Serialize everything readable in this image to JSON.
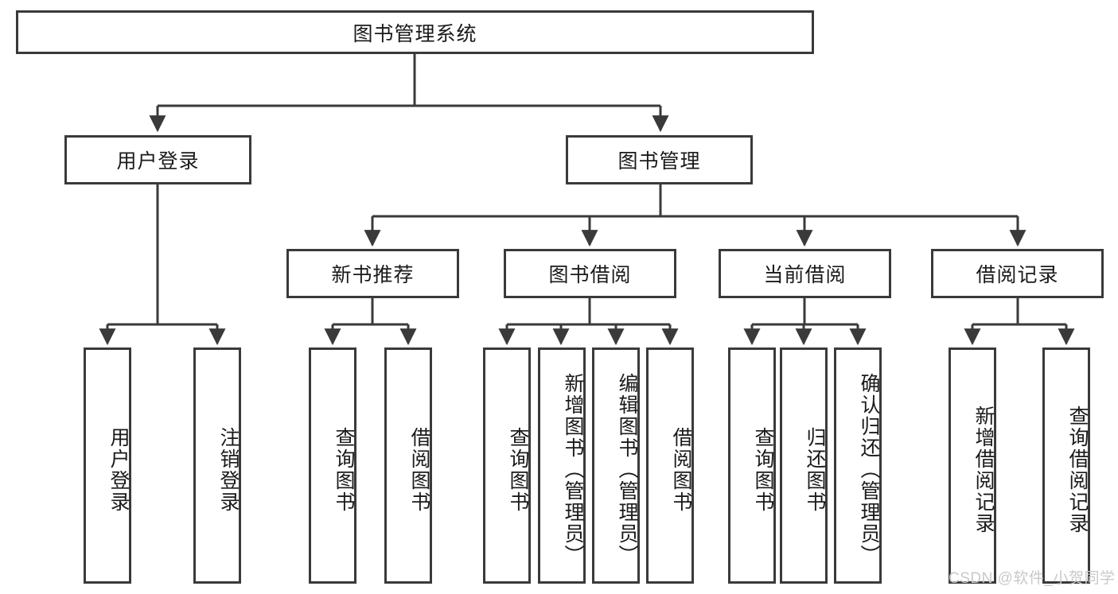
{
  "diagram": {
    "title": "图书管理系统",
    "watermark": "CSDN @软件_小贺同学",
    "stroke_color": "#3a3a3a",
    "background_color": "#ffffff",
    "text_color": "#1a1a1a",
    "watermark_color": "#c9c9c9",
    "orientation": "top-down tree",
    "levels": 4
  },
  "nodes": {
    "root": {
      "label": "图书管理系统",
      "level": 1,
      "text_direction": "horizontal"
    },
    "level2": [
      {
        "id": "user-login",
        "label": "用户登录",
        "text_direction": "horizontal"
      },
      {
        "id": "book-management",
        "label": "图书管理",
        "text_direction": "horizontal"
      }
    ],
    "level3": [
      {
        "id": "new-book-recommend",
        "label": "新书推荐",
        "text_direction": "horizontal"
      },
      {
        "id": "book-borrow",
        "label": "图书借阅",
        "text_direction": "horizontal"
      },
      {
        "id": "current-borrow",
        "label": "当前借阅",
        "text_direction": "horizontal"
      },
      {
        "id": "borrow-record",
        "label": "借阅记录",
        "text_direction": "horizontal"
      }
    ],
    "leaves": {
      "user_login": [
        {
          "id": "leaf-user-login",
          "label": "用户登录",
          "text_direction": "vertical"
        },
        {
          "id": "leaf-logout-login",
          "label": "注销登录",
          "text_direction": "vertical"
        }
      ],
      "new_book_recommend": [
        {
          "id": "leaf-query-book-1",
          "label": "查询图书",
          "text_direction": "vertical"
        },
        {
          "id": "leaf-borrow-book-1",
          "label": "借阅图书",
          "text_direction": "vertical"
        }
      ],
      "book_borrow": [
        {
          "id": "leaf-query-book-2",
          "label": "查询图书",
          "text_direction": "vertical"
        },
        {
          "id": "leaf-add-book",
          "label": "新增图书（管理员）",
          "text_direction": "vertical"
        },
        {
          "id": "leaf-edit-book",
          "label": "编辑图书（管理员）",
          "text_direction": "vertical"
        },
        {
          "id": "leaf-borrow-book-2",
          "label": "借阅图书",
          "text_direction": "vertical"
        }
      ],
      "current_borrow": [
        {
          "id": "leaf-query-book-3",
          "label": "查询图书",
          "text_direction": "vertical"
        },
        {
          "id": "leaf-return-book",
          "label": "归还图书",
          "text_direction": "vertical"
        },
        {
          "id": "leaf-confirm-return",
          "label": "确认归还（管理员）",
          "text_direction": "vertical"
        }
      ],
      "borrow_record": [
        {
          "id": "leaf-add-record",
          "label": "新增借阅记录",
          "text_direction": "vertical"
        },
        {
          "id": "leaf-query-record",
          "label": "查询借阅记录",
          "text_direction": "vertical"
        }
      ]
    }
  }
}
